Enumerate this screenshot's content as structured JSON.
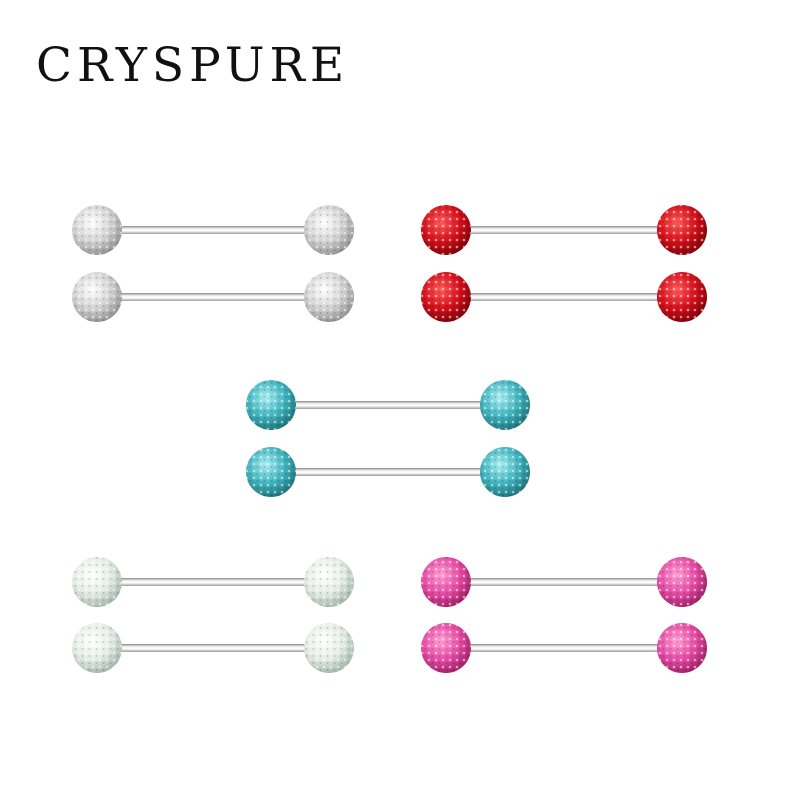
{
  "brand": {
    "name": "CRYSPURE"
  },
  "product": {
    "variants": [
      {
        "color_name": "clear",
        "color": "#d2d2d2",
        "highlight": "#ffffff",
        "shadow": "#8d8d8d"
      },
      {
        "color_name": "red",
        "color": "#d4101a",
        "highlight": "#ff5a5a",
        "shadow": "#7a0008"
      },
      {
        "color_name": "aqua",
        "color": "#3fb3bd",
        "highlight": "#a9eef2",
        "shadow": "#1b6f76"
      },
      {
        "color_name": "aurora-borealis",
        "color": "#e4ece4",
        "highlight": "#ffffff",
        "shadow": "#9fb3a8"
      },
      {
        "color_name": "pink",
        "color": "#e54ba5",
        "highlight": "#ff9fd2",
        "shadow": "#9a1c62"
      }
    ]
  }
}
